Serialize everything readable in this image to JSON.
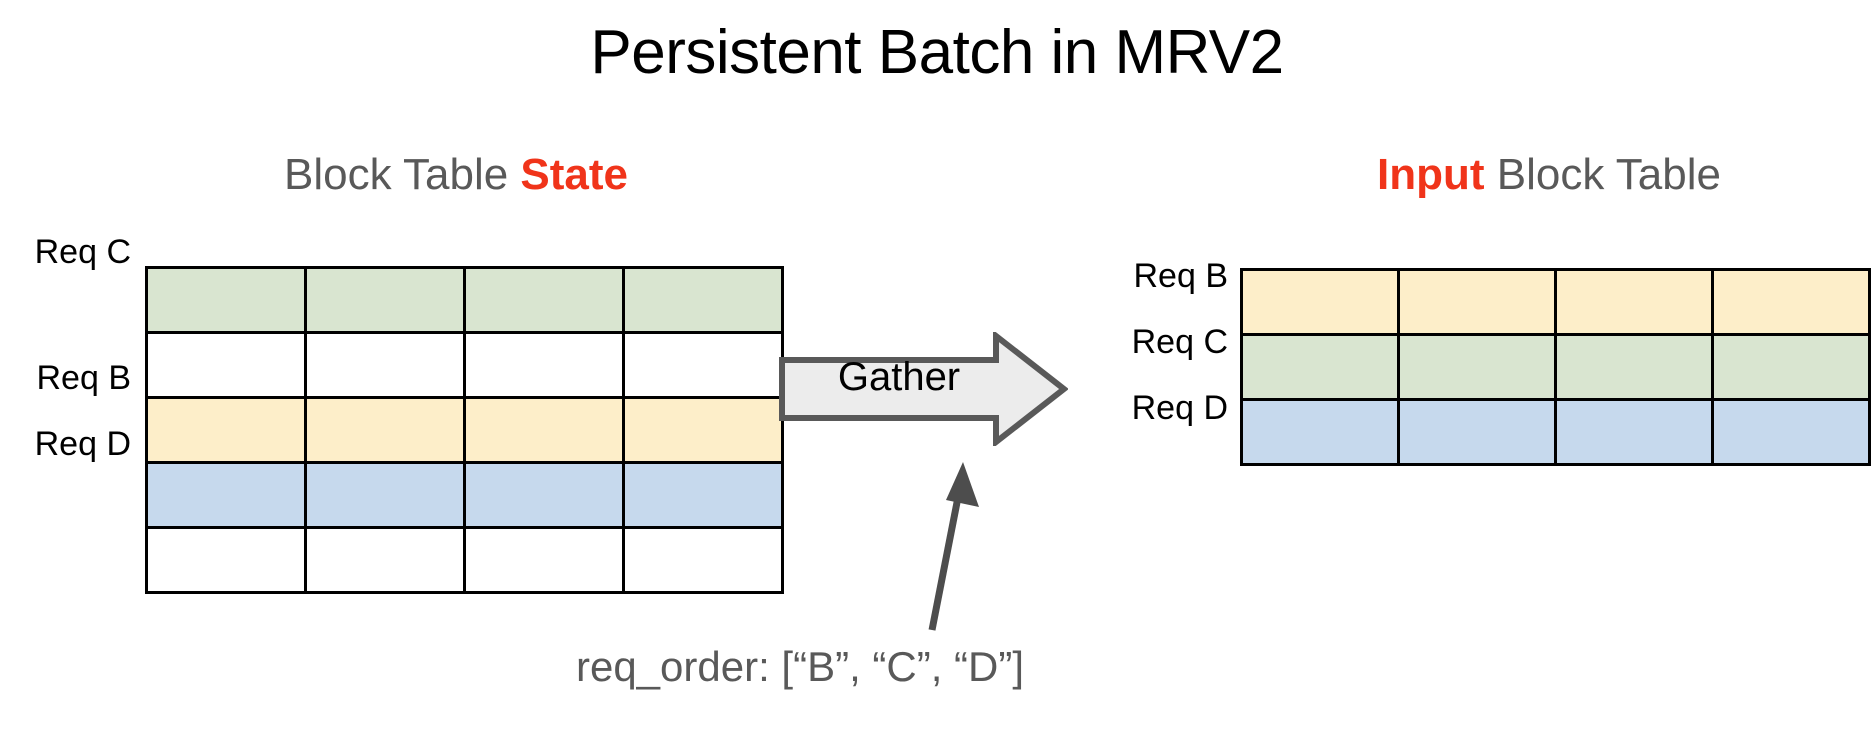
{
  "page": {
    "title": "Persistent Batch in MRV2",
    "background": "#ffffff"
  },
  "colors": {
    "accent_red": "#f0341a",
    "heading_gray": "#595959",
    "cell_green": "#d9e5d0",
    "cell_yellow": "#fdeec9",
    "cell_blue": "#c6d9ed",
    "cell_white": "#ffffff",
    "border_black": "#000000",
    "arrow_fill": "#ececec",
    "arrow_stroke": "#595959",
    "pointer_stroke": "#4d4d4d"
  },
  "left_panel": {
    "heading_prefix": "Block Table ",
    "heading_accent": "State",
    "table": {
      "columns": 4,
      "rows": [
        {
          "label": "Req C",
          "fill": "green"
        },
        {
          "label": "",
          "fill": "white"
        },
        {
          "label": "Req B",
          "fill": "yellow"
        },
        {
          "label": "Req D",
          "fill": "blue"
        },
        {
          "label": "",
          "fill": "white"
        }
      ]
    }
  },
  "right_panel": {
    "heading_accent": "Input",
    "heading_suffix": " Block Table",
    "table": {
      "columns": 4,
      "rows": [
        {
          "label": "Req B",
          "fill": "yellow"
        },
        {
          "label": "Req C",
          "fill": "green"
        },
        {
          "label": "Req D",
          "fill": "blue"
        }
      ]
    }
  },
  "operation": {
    "label": "Gather",
    "icon": "block-arrow-right-icon"
  },
  "caption": {
    "text": "req_order: [“B”, “C”, “D”]",
    "pointer_icon": "arrow-up-right-icon"
  }
}
